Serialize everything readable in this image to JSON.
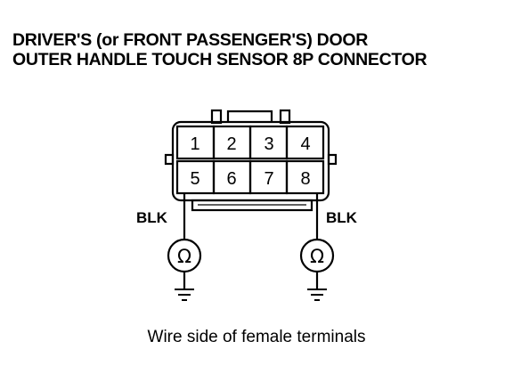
{
  "title": {
    "line1": "DRIVER'S (or FRONT PASSENGER'S) DOOR",
    "line2": "OUTER HANDLE TOUCH SENSOR 8P CONNECTOR"
  },
  "connector": {
    "pins_top": [
      "1",
      "2",
      "3",
      "4"
    ],
    "pins_bottom": [
      "5",
      "6",
      "7",
      "8"
    ]
  },
  "wires": {
    "left_label": "BLK",
    "right_label": "BLK"
  },
  "meters": {
    "symbol": "Ω"
  },
  "caption": "Wire side of female terminals"
}
